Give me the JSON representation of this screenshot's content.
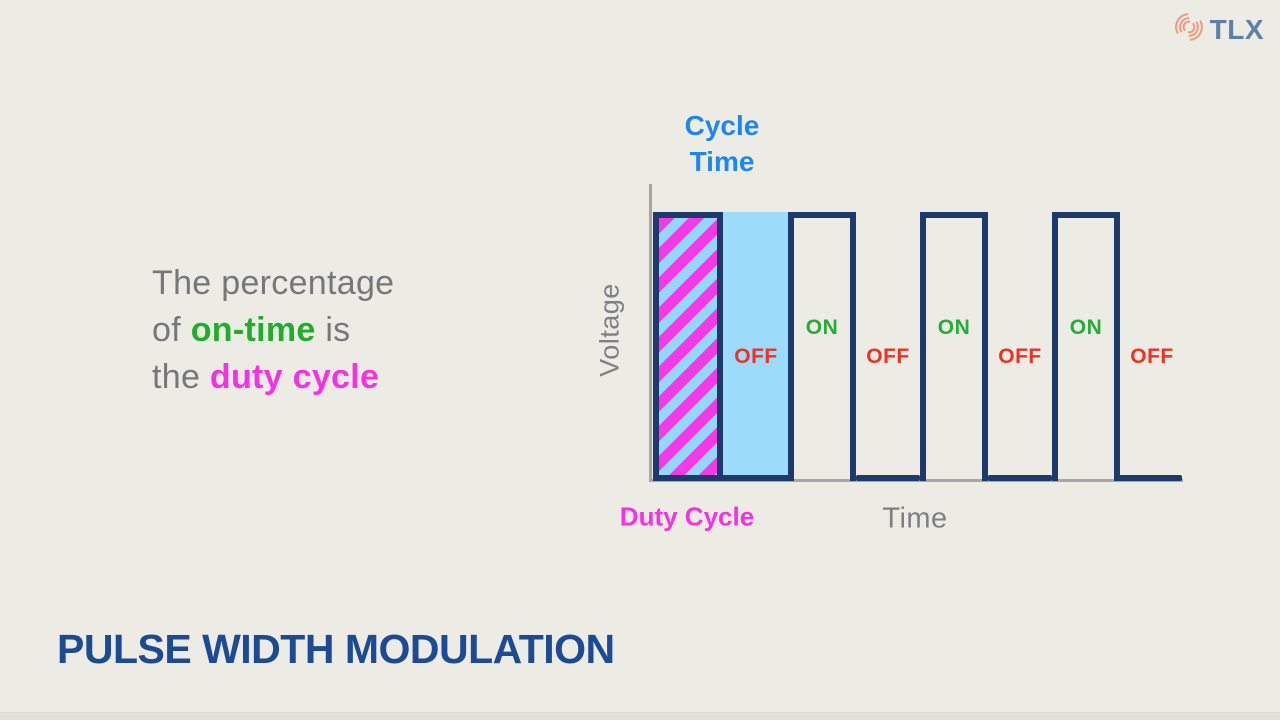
{
  "logo": {
    "text": "TLX",
    "icon": "sonar-waves-icon"
  },
  "statement": {
    "line1": "The percentage",
    "line2_pre": "of ",
    "line2_highlight": "on-time",
    "line2_post": " is",
    "line3_pre": "the ",
    "line3_highlight": "duty cycle"
  },
  "diagram": {
    "cycle_time_line1": "Cycle",
    "cycle_time_line2": "Time",
    "y_axis_label": "Voltage",
    "x_axis_label": "Time",
    "duty_cycle_label": "Duty Cycle",
    "on_labels": [
      "ON",
      "ON",
      "ON"
    ],
    "off_labels": [
      "OFF",
      "OFF",
      "OFF",
      "OFF"
    ],
    "waveform": {
      "type": "square-pulse-train",
      "pulse_count": 4,
      "sequence": [
        "ON (hatched duty-cycle region)",
        "OFF (shaded cycle-time remainder)",
        "ON",
        "OFF",
        "ON",
        "OFF",
        "ON",
        "OFF"
      ],
      "first_cycle_annotations": {
        "top": "Cycle Time",
        "bottom": "Duty Cycle"
      }
    }
  },
  "title": "PULSE WIDTH MODULATION",
  "colors": {
    "background": "#ECEBE4",
    "waveform_navy": "#1E3A6B",
    "title_navy": "#1C4A93",
    "cycle_time_blue": "#1E86F0",
    "on_green": "#23AE35",
    "off_red": "#EE3124",
    "duty_cycle_magenta": "#F531E3",
    "shaded_light_blue": "#9CDBFA",
    "body_gray": "#76777A",
    "axis_gray": "#A6A6A8",
    "logo_blue": "#5B81AA",
    "logo_orange": "#EC9D80"
  }
}
